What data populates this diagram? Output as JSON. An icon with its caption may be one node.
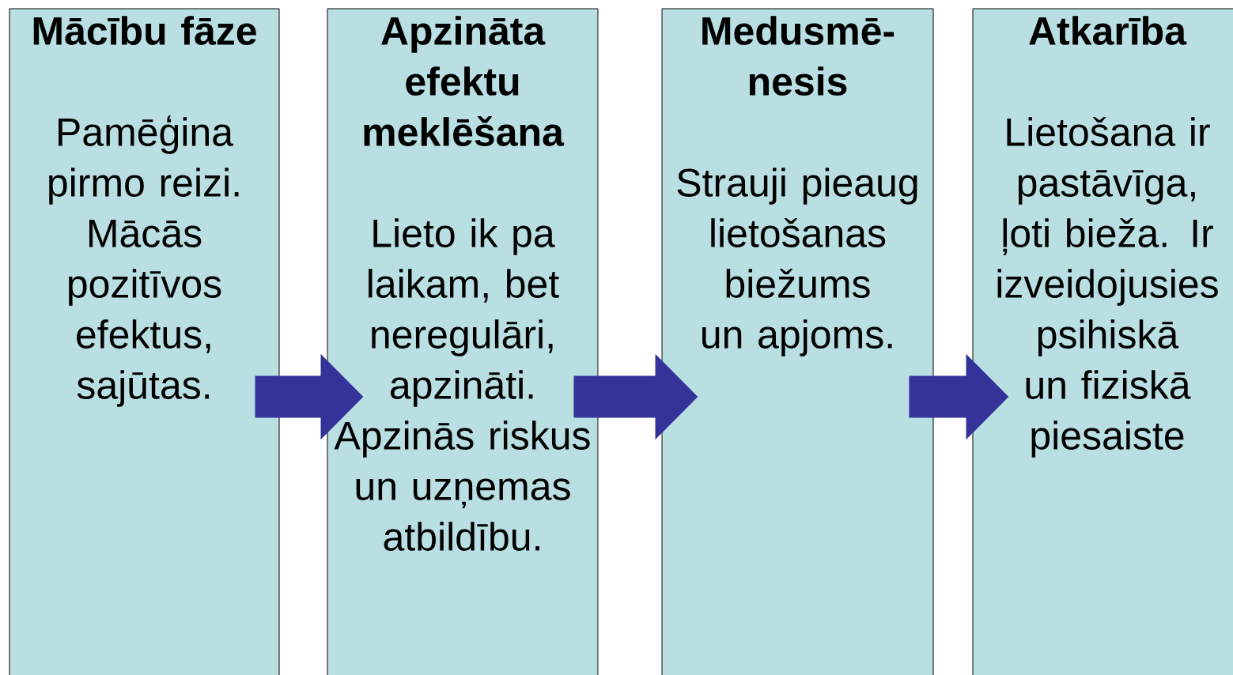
{
  "diagram": {
    "nodes": [
      {
        "text": [
          "Mācību fāze",
          "Pamēģina pirmo reizi. Mācās pozitīvos efektus, sajūtas."
        ]
      },
      {
        "text": [
          "Apzināta efektu meklēšana",
          "Lieto ik pa laikam, bet neregulāri, apzināti. Apzinās riskus un uzņemas atbildību."
        ]
      },
      {
        "text": [
          "Medusmē-nesis",
          "Strauji pieaug lietošanas biežums un apjoms."
        ]
      },
      {
        "text": [
          "Atkarība",
          "Lietošana ir pastāvīga, ļoti bieža. Ir izveidojusies psihiskā un fiziskā piesaiste"
        ]
      }
    ],
    "edges": [
      {
        "from": 0,
        "to": 1,
        "arrow": "to"
      },
      {
        "from": 1,
        "to": 2,
        "arrow": "to"
      },
      {
        "from": 2,
        "to": 3,
        "arrow": "to"
      }
    ]
  }
}
